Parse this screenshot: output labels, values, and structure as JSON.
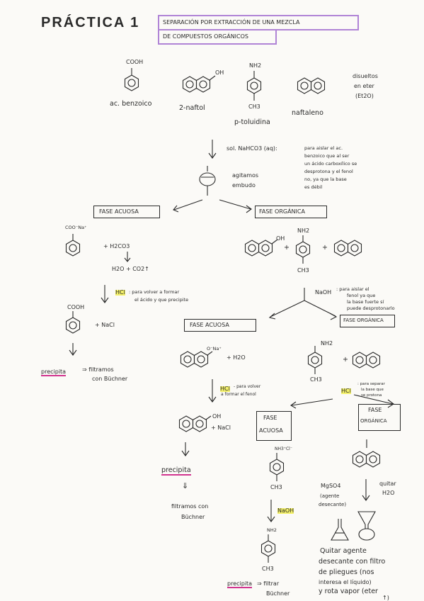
{
  "header": {
    "title": "PRÁCTICA 1",
    "subtitle_line1": "SEPARACIÓN POR EXTRACCIÓN DE UNA MEZCLA",
    "subtitle_line2": "DE COMPUESTOS ORGÁNICOS",
    "accent_color": "#b084d6"
  },
  "reagents": {
    "cooh": "COOH",
    "benzoic": "ac. benzoico",
    "oh": "OH",
    "naphthol": "2-naftol",
    "nh2": "NH2",
    "ch3": "CH3",
    "toluidine": "p-toluidina",
    "naphthalene": "naftaleno",
    "dissolved": [
      "disueltos",
      "en eter",
      "(Et2O)"
    ]
  },
  "step1": {
    "reagent": "sol. NaHCO3 (aq):",
    "note": [
      "para aislar el ac.",
      "benzoico que al ser",
      "un ácido carboxílico se",
      "desprotona y el fenol",
      "no, ya que la base",
      "es débil"
    ],
    "agitate": [
      "agitamos",
      "embudo"
    ]
  },
  "phases": {
    "aq1": "FASE ACUOSA",
    "org1": "FASE ORGÁNICA",
    "aq2": "FASE ACUOSA",
    "org2": "FASE ORGÁNICA",
    "aq3": [
      "FASE",
      "ACUOSA"
    ],
    "org3": [
      "FASE",
      "ORGÁNICA"
    ]
  },
  "aq_branch": {
    "coo_na": "COO⁻Na⁺",
    "h2co3": "+ H2CO3",
    "decomp": "H2O + CO2↑",
    "hcl": "HCl",
    "hcl_note": [
      ": para volver a formar",
      "el ácido y que precipite"
    ],
    "cooh": "COOH",
    "nacl": "+ NaCl",
    "precip": "precipita",
    "filter": [
      "⇒ filtramos",
      "con Büchner"
    ]
  },
  "org_branch": {
    "oh": "OH",
    "nh2": "NH2",
    "ch3": "CH3",
    "plus1": "+",
    "plus2": "+",
    "naoh": "NaOH",
    "naoh_note": [
      ": para aislar el",
      "fenol ya que",
      "la base fuerte sí",
      "puede desprotonarlo"
    ]
  },
  "naphthol_branch": {
    "ona": "O⁻Na⁺",
    "h2o": "+ H2O",
    "hcl": "HCl",
    "hcl_note": [
      "- para volver",
      "a formar el fenol"
    ],
    "oh": "OH",
    "nacl": "+ NaCl",
    "precip": "precipita",
    "arrow": "⇓",
    "filter": [
      "filtramos con",
      "Büchner"
    ]
  },
  "toluidine_branch": {
    "nh2": "NH2",
    "ch3": "CH3",
    "plus": "+",
    "hcl": "HCl",
    "hcl_note": [
      ": para separar",
      "la base que",
      "se protona"
    ],
    "nh3cl": "NH3⁺Cl⁻",
    "ch3b": "CH3",
    "naoh": "NaOH",
    "nh2b": "NH2",
    "ch3c": "CH3",
    "precip": "precipita",
    "filter": [
      "⇒ filtrar",
      "Büchner"
    ]
  },
  "naphthalene_branch": {
    "mgso4": [
      "MgSO4",
      "(agente",
      "desecante)"
    ],
    "remove": [
      "quitar",
      "H2O"
    ],
    "final": [
      "Quitar agente",
      "desecante con filtro",
      "de pliegues (nos",
      "interesa el líquido)",
      "y rota vapor (eter",
      "↑)"
    ]
  }
}
